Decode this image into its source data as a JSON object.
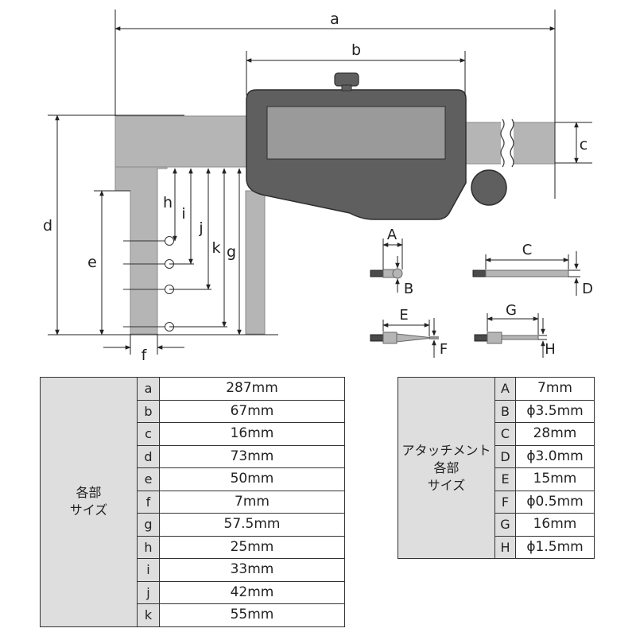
{
  "diagram": {
    "letters": {
      "a": "a",
      "b": "b",
      "c": "c",
      "d": "d",
      "e": "e",
      "f": "f",
      "g": "g",
      "h": "h",
      "i": "i",
      "j": "j",
      "k": "k",
      "A": "A",
      "B": "B",
      "C": "C",
      "D": "D",
      "E": "E",
      "F": "F",
      "G": "G",
      "H": "H"
    },
    "colors": {
      "body": "#5f5f5f",
      "body_border": "#2e2e2e",
      "display": "#9a9a9a",
      "jaw": "#b5b5b5",
      "jaw_border": "#8a8a8a",
      "line": "#222222",
      "table_header": "#dedede"
    }
  },
  "main_table": {
    "header_lines": [
      "各部",
      "サイズ"
    ],
    "rows": [
      {
        "key": "a",
        "value": "287mm"
      },
      {
        "key": "b",
        "value": "67mm"
      },
      {
        "key": "c",
        "value": "16mm"
      },
      {
        "key": "d",
        "value": "73mm"
      },
      {
        "key": "e",
        "value": "50mm"
      },
      {
        "key": "f",
        "value": "7mm"
      },
      {
        "key": "g",
        "value": "57.5mm"
      },
      {
        "key": "h",
        "value": "25mm"
      },
      {
        "key": "i",
        "value": "33mm"
      },
      {
        "key": "j",
        "value": "42mm"
      },
      {
        "key": "k",
        "value": "55mm"
      }
    ]
  },
  "attachment_table": {
    "header_lines": [
      "アタッチメント",
      "各部",
      "サイズ"
    ],
    "rows": [
      {
        "key": "A",
        "value": "7mm"
      },
      {
        "key": "B",
        "value": "ϕ3.5mm"
      },
      {
        "key": "C",
        "value": "28mm"
      },
      {
        "key": "D",
        "value": "ϕ3.0mm"
      },
      {
        "key": "E",
        "value": "15mm"
      },
      {
        "key": "F",
        "value": "ϕ0.5mm"
      },
      {
        "key": "G",
        "value": "16mm"
      },
      {
        "key": "H",
        "value": "ϕ1.5mm"
      }
    ]
  }
}
